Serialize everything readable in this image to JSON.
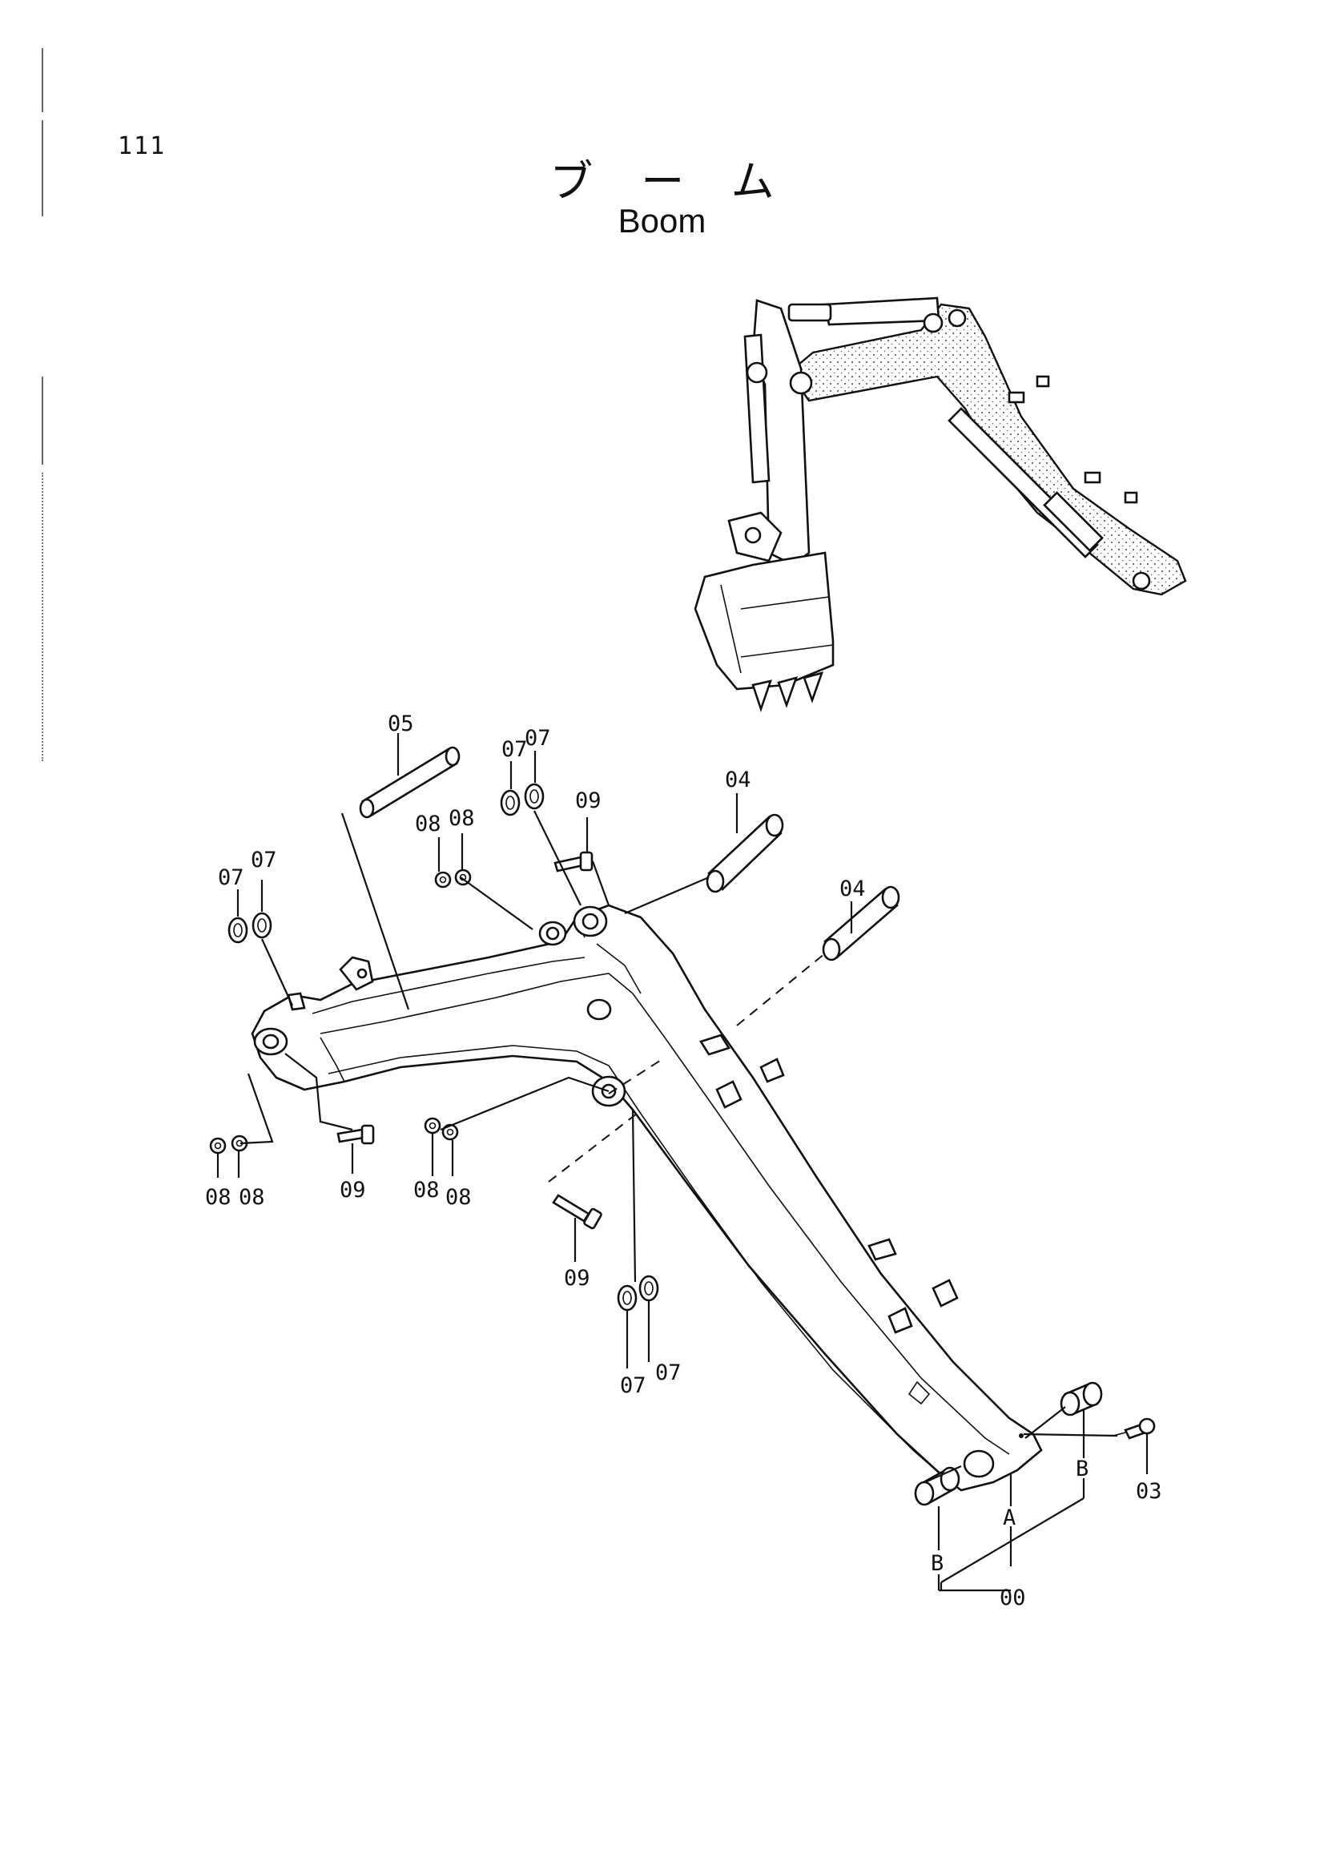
{
  "page_number": "111",
  "title_jp": "ブーム",
  "title_en": "Boom",
  "callouts": {
    "c05": "05",
    "c07a": "07",
    "c07b": "07",
    "c08a": "08",
    "c08b": "08",
    "c09a": "09",
    "c04a": "04",
    "c04b": "04",
    "c07c": "07",
    "c07d": "07",
    "c08c": "08",
    "c08d": "08",
    "c09b": "09",
    "c08e": "08",
    "c08f": "08",
    "c09c": "09",
    "c07e": "07",
    "c07f": "07",
    "cA": "A",
    "cB1": "B",
    "cB2": "B",
    "c03": "03",
    "c00": "00"
  }
}
